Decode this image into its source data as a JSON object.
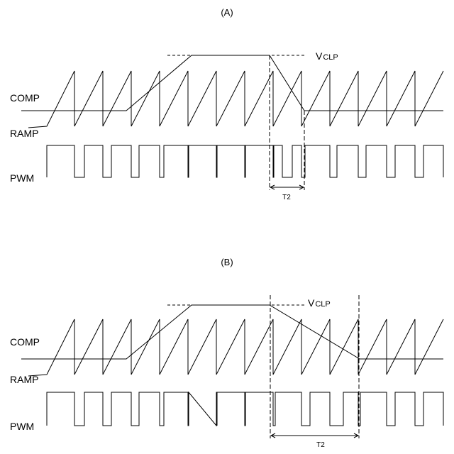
{
  "panel_a": {
    "title": "(A)",
    "comp_label": "COMP",
    "ramp_label": "RAMP",
    "pwm_label": "PWM",
    "vclp_main": "V",
    "vclp_sub": "CLP",
    "t2_label": "T2"
  },
  "panel_b": {
    "title": "(B)",
    "comp_label": "COMP",
    "ramp_label": "RAMP",
    "pwm_label": "PWM",
    "vclp_main": "V",
    "vclp_sub": "CLP",
    "t2_label": "T2"
  },
  "colors": {
    "stroke": "#000000",
    "background": "#ffffff"
  }
}
